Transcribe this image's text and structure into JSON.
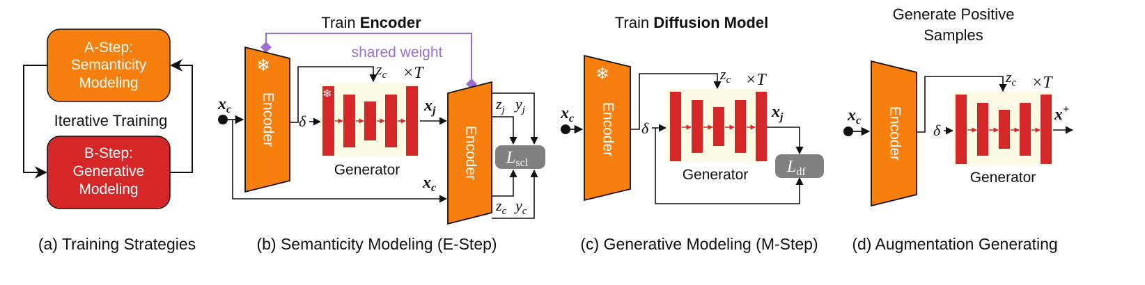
{
  "panel_a": {
    "a_step_line1": "A-Step:",
    "a_step_line2": "Semanticity",
    "a_step_line3": "Modeling",
    "middle_label": "Iterative Training",
    "b_step_line1": "B-Step:",
    "b_step_line2": "Generative",
    "b_step_line3": "Modeling",
    "caption": "(a) Training Strategies"
  },
  "panel_b": {
    "title_prefix": "Train ",
    "title_bold": "Encoder",
    "shared_weight": "shared weight",
    "snowflake": "❄",
    "input": "x",
    "input_sub": "c",
    "encoder1": "Encoder",
    "encoder2": "Encoder",
    "delta": "δ",
    "zc": "z",
    "zc_sub": "c",
    "times_t": "×T",
    "xj": "x",
    "xj_sub": "j",
    "zj": "z",
    "zj_sub": "j",
    "yj": "y",
    "yj_sub": "j",
    "xc2": "x",
    "xc2_sub": "c",
    "zc2": "z",
    "zc2_sub": "c",
    "yc": "y",
    "yc_sub": "c",
    "loss": "L",
    "loss_sub": "scl",
    "generator": "Generator",
    "caption": "(b) Semanticity Modeling (E-Step)"
  },
  "panel_c": {
    "title_prefix": "Train ",
    "title_bold": "Diffusion Model",
    "snowflake": "❄",
    "input": "x",
    "input_sub": "c",
    "encoder": "Encoder",
    "delta": "δ",
    "zc": "z",
    "zc_sub": "c",
    "times_t": "×T",
    "xj": "x",
    "xj_sub": "j",
    "loss": "L",
    "loss_sub": "df",
    "generator": "Generator",
    "caption": "(c) Generative Modeling (M-Step)"
  },
  "panel_d": {
    "title_line1": "Generate Positive",
    "title_line2": "Samples",
    "input": "x",
    "input_sub": "c",
    "encoder": "Encoder",
    "delta": "δ",
    "zc": "z",
    "zc_sub": "c",
    "times_t": "×T",
    "output": "x",
    "output_sup": "+",
    "generator": "Generator",
    "caption": "(d) Augmentation Generating"
  },
  "colors": {
    "orange": "#f77f0e",
    "red": "#d62728",
    "purple": "#9b6fd0",
    "gray": "#808080",
    "generator_bg": "#fdfbe3"
  }
}
